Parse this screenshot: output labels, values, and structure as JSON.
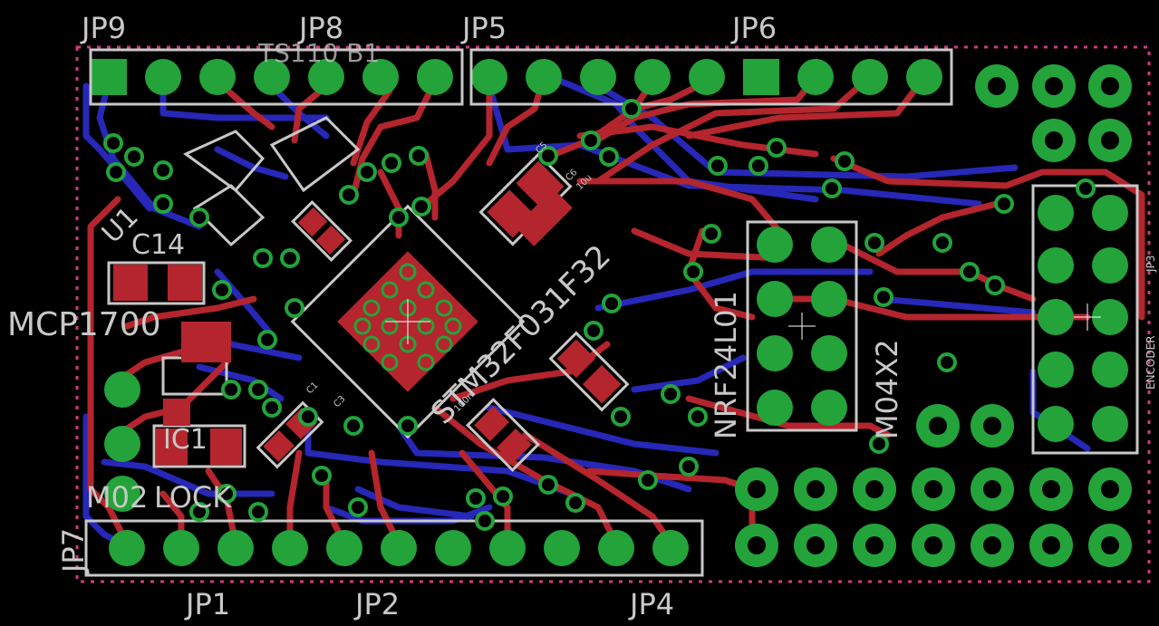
{
  "app": {
    "title": "PCB Layout View"
  },
  "colors": {
    "background": "#000000",
    "top_copper": "#b4252d",
    "bottom_copper": "#2727b8",
    "pad": "#23a33a",
    "silkscreen": "#c8c8c8",
    "outline": "#d03a80",
    "via_hole": "#ffffff"
  },
  "labels": {
    "jp9": "JP9",
    "jp8": "JP8",
    "jp5": "JP5",
    "jp6": "JP6",
    "jp1": "JP1",
    "jp2": "JP2",
    "jp4": "JP4",
    "jp7": "JP7",
    "ts": "TS110 B1",
    "c14": "C14",
    "mcp": "MCP1700",
    "m02": "M02",
    "stm": "STM32F031F32",
    "nrf": "NRF24L01",
    "m04": "M04X2",
    "ic1": "IC1",
    "lock": "LOCK",
    "u1": "U1",
    "jp3": "JP3",
    "encoder": "ENCODER",
    "c10u": "10u",
    "c100n": "100n",
    "c1": "C1",
    "c3": "C3",
    "c5": "C5",
    "c6": "C6"
  }
}
